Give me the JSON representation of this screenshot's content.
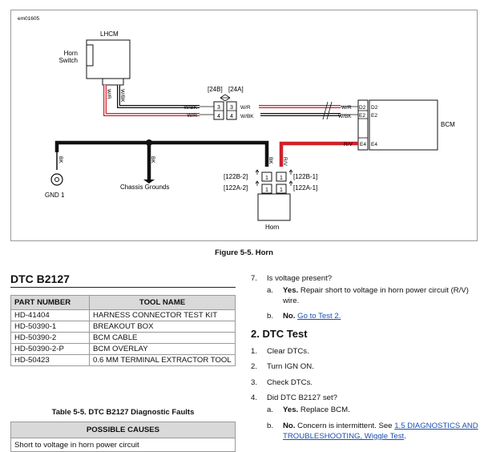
{
  "diagram": {
    "code": "em01605",
    "lhcm_label": "LHCM",
    "horn_switch_label": [
      "Horn",
      "Switch"
    ],
    "bcm_label": "BCM",
    "horn_label": "Horn",
    "gnd_label": "GND 1",
    "chassis_label": "Chassis Grounds",
    "conn_24b": "[24B]",
    "conn_24a": "[24A]",
    "conn_122b2": "[122B-2]",
    "conn_122a2": "[122A-2]",
    "conn_122b1": "[122B-1]",
    "conn_122a1": "[122A-1]",
    "wire_wr": "W/R",
    "wire_wbk": "W/BK",
    "wire_rv": "R/V",
    "wire_bk": "BK",
    "pin_3": "3",
    "pin_4": "4",
    "pin_1": "1",
    "pin_d2": "D2",
    "pin_e2": "E2",
    "pin_e4": "E4",
    "colors": {
      "black_wire": "#111111",
      "red_wire": "#d0202a",
      "white_wire": "#ffffff"
    }
  },
  "figure_caption": "Figure 5-5. Horn",
  "dtc_heading": "DTC B2127",
  "tools_table": {
    "headers": [
      "PART NUMBER",
      "TOOL NAME"
    ],
    "rows": [
      [
        "HD-41404",
        "HARNESS CONNECTOR TEST KIT"
      ],
      [
        "HD-50390-1",
        "BREAKOUT BOX"
      ],
      [
        "HD-50390-2",
        "BCM CABLE"
      ],
      [
        "HD-50390-2-P",
        "BCM OVERLAY"
      ],
      [
        "HD-50423",
        "0.6 MM TERMINAL EXTRACTOR TOOL"
      ]
    ]
  },
  "table_caption": "Table 5-5. DTC B2127 Diagnostic Faults",
  "causes_table": {
    "header": "POSSIBLE CAUSES",
    "rows": [
      "Short to voltage in horn power circuit"
    ]
  },
  "steps": {
    "s7_num": "7.",
    "s7_text": "Is voltage present?",
    "s7a_letter": "a.",
    "s7a_bold": "Yes.",
    "s7a_text": "Repair short to voltage in horn power circuit (R/V) wire.",
    "s7b_letter": "b.",
    "s7b_bold": "No.",
    "s7b_link": "Go to Test 2.",
    "test2_heading": "2. DTC Test",
    "s1_num": "1.",
    "s1_text": "Clear DTCs.",
    "s2_num": "2.",
    "s2_text": "Turn IGN ON.",
    "s3_num": "3.",
    "s3_text": "Check DTCs.",
    "s4_num": "4.",
    "s4_text": "Did DTC B2127 set?",
    "s4a_letter": "a.",
    "s4a_bold": "Yes.",
    "s4a_text": "Replace BCM.",
    "s4b_letter": "b.",
    "s4b_bold": "No.",
    "s4b_text": "Concern is intermittent. See",
    "s4b_link": "1.5 DIAGNOSTICS AND TROUBLESHOOTING, Wiggle Test",
    "s4b_end": "."
  }
}
